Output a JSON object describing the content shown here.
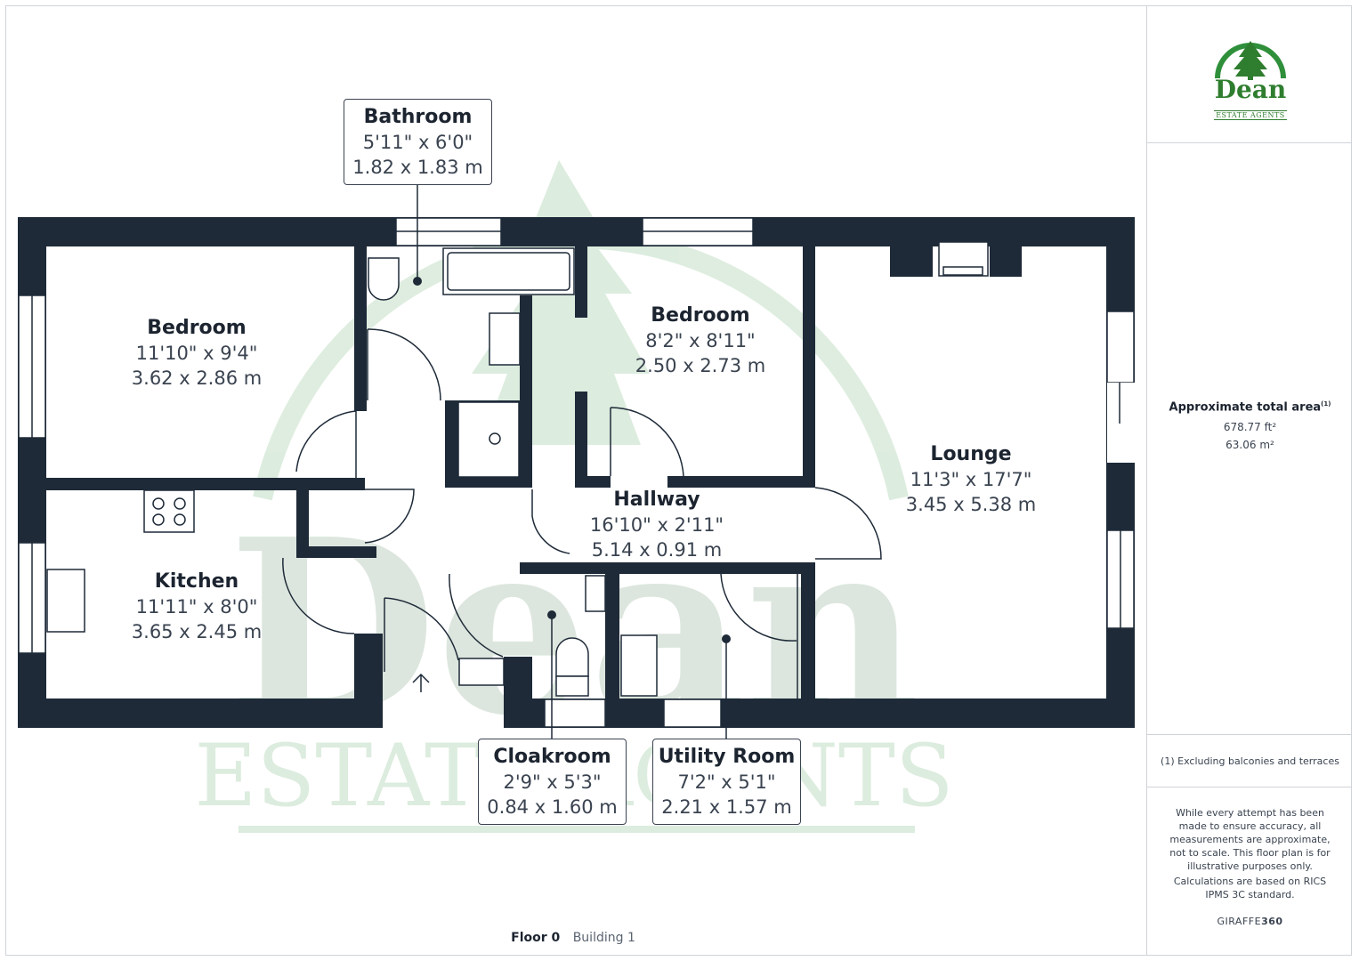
{
  "rooms": {
    "bedroom1": {
      "name": "Bedroom",
      "dim_imperial": "11'10\" x 9'4\"",
      "dim_metric": "3.62 x 2.86 m"
    },
    "bedroom2": {
      "name": "Bedroom",
      "dim_imperial": "8'2\" x 8'11\"",
      "dim_metric": "2.50 x 2.73 m"
    },
    "bathroom": {
      "name": "Bathroom",
      "dim_imperial": "5'11\" x 6'0\"",
      "dim_metric": "1.82 x 1.83 m"
    },
    "kitchen": {
      "name": "Kitchen",
      "dim_imperial": "11'11\" x 8'0\"",
      "dim_metric": "3.65 x 2.45 m"
    },
    "hallway": {
      "name": "Hallway",
      "dim_imperial": "16'10\" x 2'11\"",
      "dim_metric": "5.14 x 0.91 m"
    },
    "lounge": {
      "name": "Lounge",
      "dim_imperial": "11'3\" x 17'7\"",
      "dim_metric": "3.45 x 5.38 m"
    },
    "cloakroom": {
      "name": "Cloakroom",
      "dim_imperial": "2'9\" x 5'3\"",
      "dim_metric": "0.84 x 1.60 m"
    },
    "utility": {
      "name": "Utility Room",
      "dim_imperial": "7'2\" x 5'1\"",
      "dim_metric": "2.21 x 1.57 m"
    }
  },
  "watermark": {
    "line1": "Dean",
    "line2": "ESTATE AGENTS"
  },
  "logo": {
    "name": "Dean",
    "sub": "ESTATE AGENTS"
  },
  "panel": {
    "area_title": "Approximate total area",
    "area_footnote_mark": "(1)",
    "area_ft": "678.77 ft²",
    "area_m": "63.06 m²",
    "excluding_note": "(1) Excluding balconies and terraces",
    "disclaimer": "While every attempt has been made to ensure accuracy, all measurements are approximate, not to scale. This floor plan is for illustrative purposes only.",
    "calc_note": "Calculations are based on RICS IPMS 3C standard.",
    "brand_prefix": "GIRAFFE",
    "brand_suffix": "360"
  },
  "footer": {
    "floor": "Floor 0",
    "building": "Building 1"
  },
  "colors": {
    "wall": "#1e2a38",
    "watermark": "#2f8f3a",
    "text": "#1c2430"
  }
}
